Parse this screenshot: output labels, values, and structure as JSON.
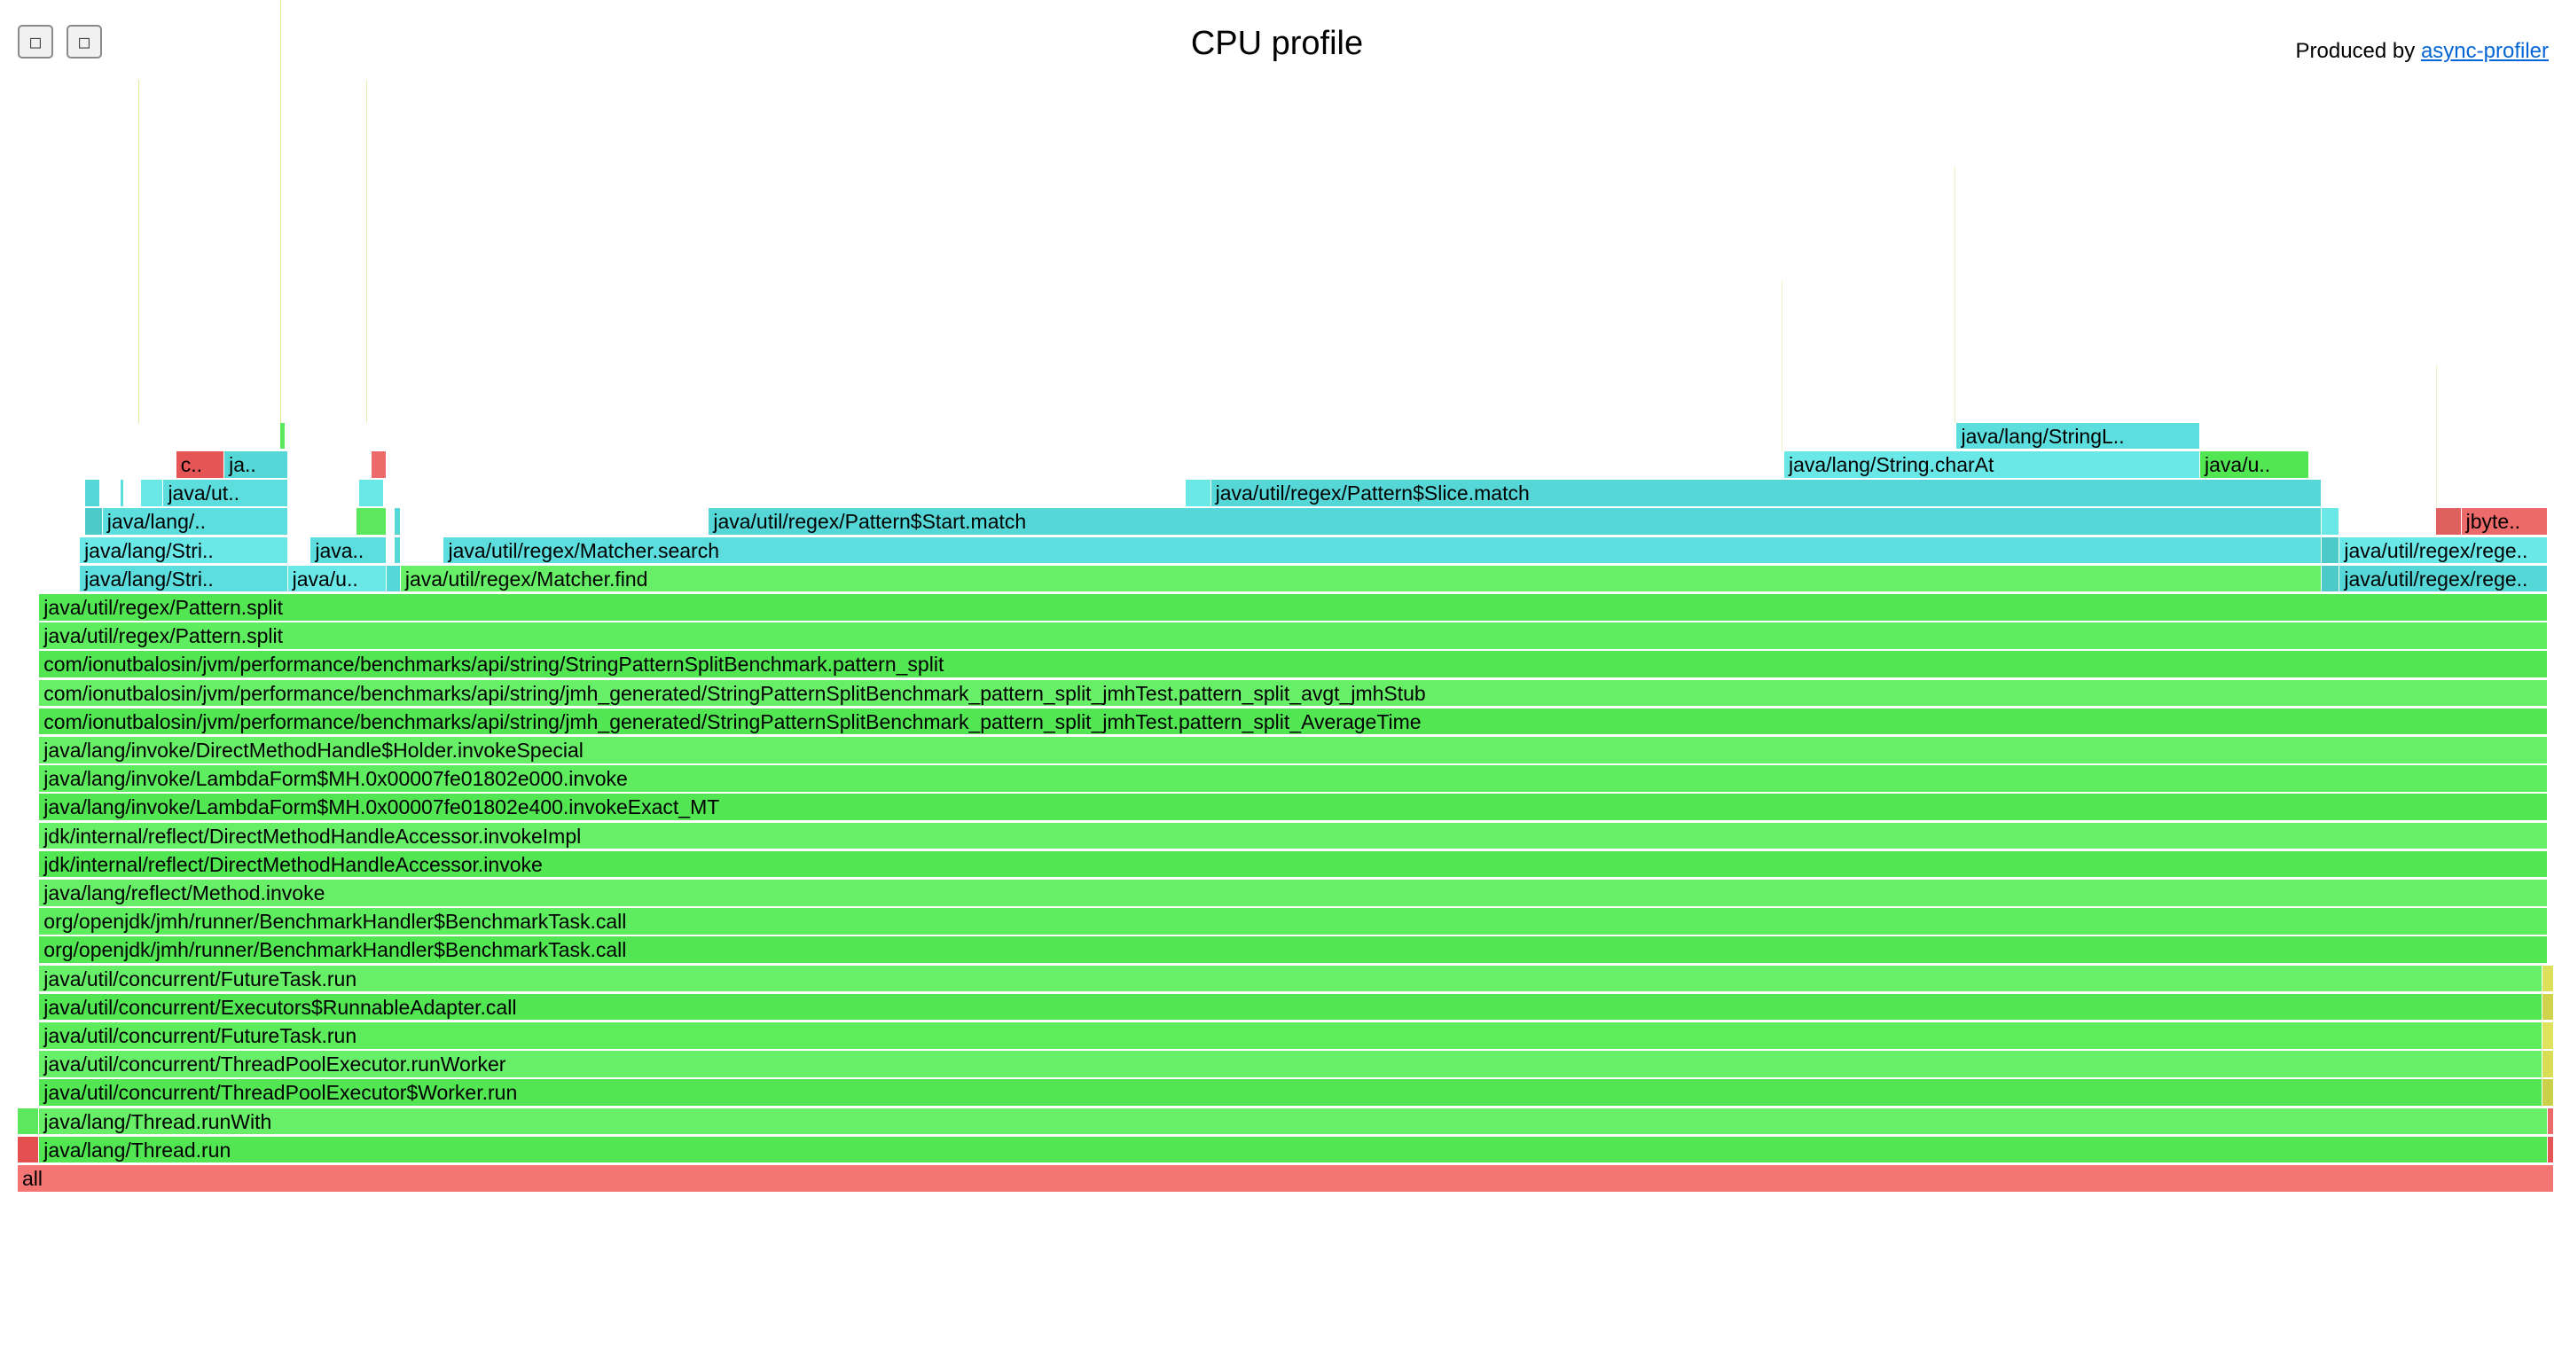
{
  "toolbar": {
    "reverse_icon": "□",
    "search_icon": "□"
  },
  "header": {
    "title": "CPU profile",
    "produced_by": "Produced by",
    "link_text": "async-profiler"
  },
  "frames": [
    {
      "label": "all",
      "x0": 0.0,
      "x1": 1.0,
      "depth": 0,
      "color": "#f57575"
    },
    {
      "label": "",
      "x0": 0.0,
      "x1": 0.0085,
      "depth": 1,
      "color": "#e44f4f"
    },
    {
      "label": "java/lang/Thread.run",
      "x0": 0.0085,
      "x1": 0.9975,
      "depth": 1,
      "color": "#53e653"
    },
    {
      "label": "",
      "x0": 0.9975,
      "x1": 1.0,
      "depth": 1,
      "color": "#e55555"
    },
    {
      "label": "",
      "x0": 0.0,
      "x1": 0.0085,
      "depth": 2,
      "color": "#5ce85c"
    },
    {
      "label": "java/lang/Thread.runWith",
      "x0": 0.0085,
      "x1": 0.9975,
      "depth": 2,
      "color": "#67f067"
    },
    {
      "label": "",
      "x0": 0.9975,
      "x1": 1.0,
      "depth": 2,
      "color": "#ed6a6a"
    },
    {
      "label": "java/util/concurrent/ThreadPoolExecutor$Worker.run",
      "x0": 0.0085,
      "x1": 0.9955,
      "depth": 3,
      "color": "#53e653"
    },
    {
      "label": "",
      "x0": 0.9955,
      "x1": 1.0,
      "depth": 3,
      "color": "#cbd04a"
    },
    {
      "label": "java/util/concurrent/ThreadPoolExecutor.runWorker",
      "x0": 0.0085,
      "x1": 0.9955,
      "depth": 4,
      "color": "#67f067"
    },
    {
      "label": "",
      "x0": 0.9955,
      "x1": 1.0,
      "depth": 4,
      "color": "#d8dd55"
    },
    {
      "label": "java/util/concurrent/FutureTask.run",
      "x0": 0.0085,
      "x1": 0.9955,
      "depth": 5,
      "color": "#5cec5c"
    },
    {
      "label": "",
      "x0": 0.9955,
      "x1": 1.0,
      "depth": 5,
      "color": "#dfe35e"
    },
    {
      "label": "java/util/concurrent/Executors$RunnableAdapter.call",
      "x0": 0.0085,
      "x1": 0.9955,
      "depth": 6,
      "color": "#53e653"
    },
    {
      "label": "",
      "x0": 0.9955,
      "x1": 1.0,
      "depth": 6,
      "color": "#cfd44c"
    },
    {
      "label": "java/util/concurrent/FutureTask.run",
      "x0": 0.0085,
      "x1": 0.9955,
      "depth": 7,
      "color": "#67f067"
    },
    {
      "label": "",
      "x0": 0.9955,
      "x1": 1.0,
      "depth": 7,
      "color": "#dce05a"
    },
    {
      "label": "org/openjdk/jmh/runner/BenchmarkHandler$BenchmarkTask.call",
      "x0": 0.0085,
      "x1": 0.9975,
      "depth": 8,
      "color": "#53e653"
    },
    {
      "label": "org/openjdk/jmh/runner/BenchmarkHandler$BenchmarkTask.call",
      "x0": 0.0085,
      "x1": 0.9975,
      "depth": 9,
      "color": "#5eed5e"
    },
    {
      "label": "java/lang/reflect/Method.invoke",
      "x0": 0.0085,
      "x1": 0.9975,
      "depth": 10,
      "color": "#67f067"
    },
    {
      "label": "jdk/internal/reflect/DirectMethodHandleAccessor.invoke",
      "x0": 0.0085,
      "x1": 0.9975,
      "depth": 11,
      "color": "#53e653"
    },
    {
      "label": "jdk/internal/reflect/DirectMethodHandleAccessor.invokeImpl",
      "x0": 0.0085,
      "x1": 0.9975,
      "depth": 12,
      "color": "#67f067"
    },
    {
      "label": "java/lang/invoke/LambdaForm$MH.0x00007fe01802e400.invokeExact_MT",
      "x0": 0.0085,
      "x1": 0.9975,
      "depth": 13,
      "color": "#53e653"
    },
    {
      "label": "java/lang/invoke/LambdaForm$MH.0x00007fe01802e000.invoke",
      "x0": 0.0085,
      "x1": 0.9975,
      "depth": 14,
      "color": "#5eed5e"
    },
    {
      "label": "java/lang/invoke/DirectMethodHandle$Holder.invokeSpecial",
      "x0": 0.0085,
      "x1": 0.9975,
      "depth": 15,
      "color": "#67f067"
    },
    {
      "label": "com/ionutbalosin/jvm/performance/benchmarks/api/string/jmh_generated/StringPatternSplitBenchmark_pattern_split_jmhTest.pattern_split_AverageTime",
      "x0": 0.0085,
      "x1": 0.9975,
      "depth": 16,
      "color": "#53e653"
    },
    {
      "label": "com/ionutbalosin/jvm/performance/benchmarks/api/string/jmh_generated/StringPatternSplitBenchmark_pattern_split_jmhTest.pattern_split_avgt_jmhStub",
      "x0": 0.0085,
      "x1": 0.9975,
      "depth": 17,
      "color": "#67f067"
    },
    {
      "label": "com/ionutbalosin/jvm/performance/benchmarks/api/string/StringPatternSplitBenchmark.pattern_split",
      "x0": 0.0085,
      "x1": 0.9975,
      "depth": 18,
      "color": "#53e653"
    },
    {
      "label": "java/util/regex/Pattern.split",
      "x0": 0.0085,
      "x1": 0.9975,
      "depth": 19,
      "color": "#5eed5e"
    },
    {
      "label": "java/util/regex/Pattern.split",
      "x0": 0.0085,
      "x1": 0.9975,
      "depth": 20,
      "color": "#53e653"
    },
    {
      "label": "java/lang/Stri..",
      "x0": 0.0245,
      "x1": 0.1065,
      "depth": 21,
      "color": "#5ddede"
    },
    {
      "label": "java/u..",
      "x0": 0.1065,
      "x1": 0.1455,
      "depth": 21,
      "color": "#6ae8e8"
    },
    {
      "label": "",
      "x0": 0.1455,
      "x1": 0.151,
      "depth": 21,
      "color": "#55d7d7"
    },
    {
      "label": "java/util/regex/Matcher.find",
      "x0": 0.151,
      "x1": 0.9085,
      "depth": 21,
      "color": "#67f067"
    },
    {
      "label": "",
      "x0": 0.9085,
      "x1": 0.9155,
      "depth": 21,
      "color": "#4cc9c9"
    },
    {
      "label": "java/util/regex/rege..",
      "x0": 0.9155,
      "x1": 0.9975,
      "depth": 21,
      "color": "#55d7d7"
    },
    {
      "label": "java/lang/Stri..",
      "x0": 0.0245,
      "x1": 0.1065,
      "depth": 22,
      "color": "#6ae8e8"
    },
    {
      "label": "java..",
      "x0": 0.1155,
      "x1": 0.1455,
      "depth": 22,
      "color": "#5ddede"
    },
    {
      "label": "",
      "x0": 0.1485,
      "x1": 0.151,
      "depth": 22,
      "color": "#55d7d7"
    },
    {
      "label": "java/util/regex/Matcher.search",
      "x0": 0.168,
      "x1": 0.9085,
      "depth": 22,
      "color": "#5ddede"
    },
    {
      "label": "",
      "x0": 0.9085,
      "x1": 0.9155,
      "depth": 22,
      "color": "#4cc9c9"
    },
    {
      "label": "java/util/regex/rege..",
      "x0": 0.9155,
      "x1": 0.9975,
      "depth": 22,
      "color": "#6ae8e8"
    },
    {
      "label": "",
      "x0": 0.0265,
      "x1": 0.0335,
      "depth": 23,
      "color": "#4cc9c9"
    },
    {
      "label": "java/lang/..",
      "x0": 0.0335,
      "x1": 0.1065,
      "depth": 23,
      "color": "#5ddede"
    },
    {
      "label": "",
      "x0": 0.1335,
      "x1": 0.1455,
      "depth": 23,
      "color": "#5ce85c"
    },
    {
      "label": "",
      "x0": 0.1485,
      "x1": 0.151,
      "depth": 23,
      "color": "#55d7d7"
    },
    {
      "label": "java/util/regex/Pattern$Start.match",
      "x0": 0.2725,
      "x1": 0.9085,
      "depth": 23,
      "color": "#55d7d7"
    },
    {
      "label": "",
      "x0": 0.9085,
      "x1": 0.9155,
      "depth": 23,
      "color": "#6ae8e8"
    },
    {
      "label": "",
      "x0": 0.9535,
      "x1": 0.9635,
      "depth": 23,
      "color": "#e06060"
    },
    {
      "label": "jbyte..",
      "x0": 0.9635,
      "x1": 0.9975,
      "depth": 23,
      "color": "#ed6a6a"
    },
    {
      "label": "",
      "x0": 0.0265,
      "x1": 0.0325,
      "depth": 24,
      "color": "#55d7d7"
    },
    {
      "label": "",
      "x0": 0.0405,
      "x1": 0.042,
      "depth": 24,
      "color": "#5ddede"
    },
    {
      "label": "",
      "x0": 0.0485,
      "x1": 0.0575,
      "depth": 24,
      "color": "#6ae8e8"
    },
    {
      "label": "java/ut..",
      "x0": 0.0575,
      "x1": 0.1065,
      "depth": 24,
      "color": "#5ddede"
    },
    {
      "label": "",
      "x0": 0.1345,
      "x1": 0.1445,
      "depth": 24,
      "color": "#6ae8e8"
    },
    {
      "label": "",
      "x0": 0.4605,
      "x1": 0.4705,
      "depth": 24,
      "color": "#6ae8e8"
    },
    {
      "label": "java/util/regex/Pattern$Slice.match",
      "x0": 0.4705,
      "x1": 0.9085,
      "depth": 24,
      "color": "#55d7d7"
    },
    {
      "label": "c..",
      "x0": 0.0625,
      "x1": 0.0815,
      "depth": 25,
      "color": "#e55555"
    },
    {
      "label": "ja..",
      "x0": 0.0815,
      "x1": 0.1065,
      "depth": 25,
      "color": "#55d7d7"
    },
    {
      "label": "",
      "x0": 0.1395,
      "x1": 0.1455,
      "depth": 25,
      "color": "#ed6a6a"
    },
    {
      "label": "java/lang/String.charAt",
      "x0": 0.6965,
      "x1": 0.8605,
      "depth": 25,
      "color": "#6ae8e8"
    },
    {
      "label": "java/u..",
      "x0": 0.8605,
      "x1": 0.9035,
      "depth": 25,
      "color": "#53e653"
    },
    {
      "label": "",
      "x0": 0.1035,
      "x1": 0.1055,
      "depth": 26,
      "color": "#5ce85c"
    },
    {
      "label": "java/lang/StringL..",
      "x0": 0.7645,
      "x1": 0.8605,
      "depth": 26,
      "color": "#5ddede"
    },
    {
      "label": "",
      "x0": 0.0475,
      "x1": 0.0477,
      "depth": 27,
      "color": "#d9dd6a",
      "tall": 12
    },
    {
      "label": "",
      "x0": 0.1035,
      "x1": 0.1037,
      "depth": 27,
      "color": "#d9dd6a",
      "tall": 16
    },
    {
      "label": "",
      "x0": 0.1375,
      "x1": 0.1377,
      "depth": 27,
      "color": "#e0e48a",
      "tall": 12
    },
    {
      "label": "",
      "x0": 0.6955,
      "x1": 0.6957,
      "depth": 26,
      "color": "#e8ecb0",
      "tall": 6
    },
    {
      "label": "",
      "x0": 0.7635,
      "x1": 0.7637,
      "depth": 27,
      "color": "#e8ecb0",
      "tall": 9
    },
    {
      "label": "",
      "x0": 0.9535,
      "x1": 0.9537,
      "depth": 24,
      "color": "#e8ecb0",
      "tall": 5
    }
  ]
}
